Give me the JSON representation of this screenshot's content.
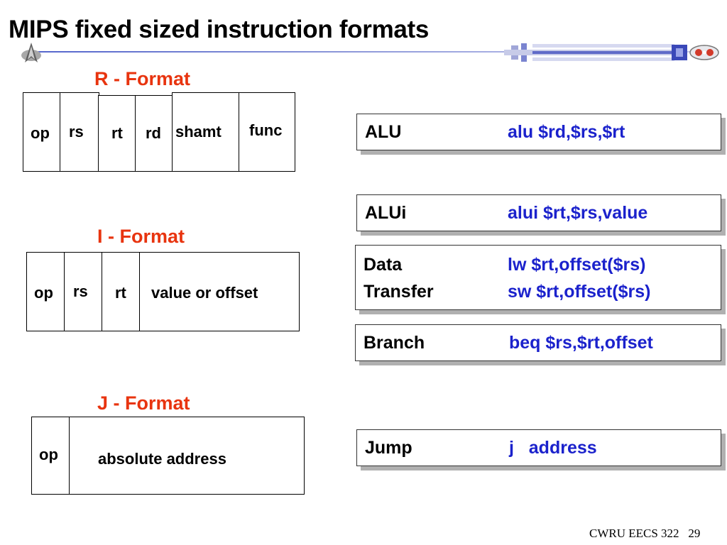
{
  "slide": {
    "title": "MIPS fixed sized instruction formats",
    "footer_course": "CWRU EECS 322",
    "footer_page": "29"
  },
  "r_format": {
    "title": "R - Format",
    "fields": [
      "op",
      "rs",
      "rt",
      "rd",
      "shamt",
      "func"
    ]
  },
  "i_format": {
    "title": "I - Format",
    "fields": [
      "op",
      "rs",
      "rt",
      "value or offset"
    ]
  },
  "j_format": {
    "title": "J - Format",
    "fields": [
      "op",
      "absolute address"
    ]
  },
  "instruction_types": [
    {
      "type": "ALU",
      "example": "alu $rd,$rs,$rt"
    },
    {
      "type": "ALUi",
      "example": "alui $rt,$rs,value"
    },
    {
      "type": "Data",
      "type_line2": "Transfer",
      "example": "lw $rt,offset($rs)",
      "example_line2": "sw $rt,offset($rs)"
    },
    {
      "type": "Branch",
      "example": "beq $rs,$rt,offset"
    },
    {
      "type": "Jump",
      "example": "j   address"
    }
  ],
  "colors": {
    "format_title": "#e8340f",
    "example_text": "#1b22cc",
    "card_shadow": "#b0b0b0"
  }
}
